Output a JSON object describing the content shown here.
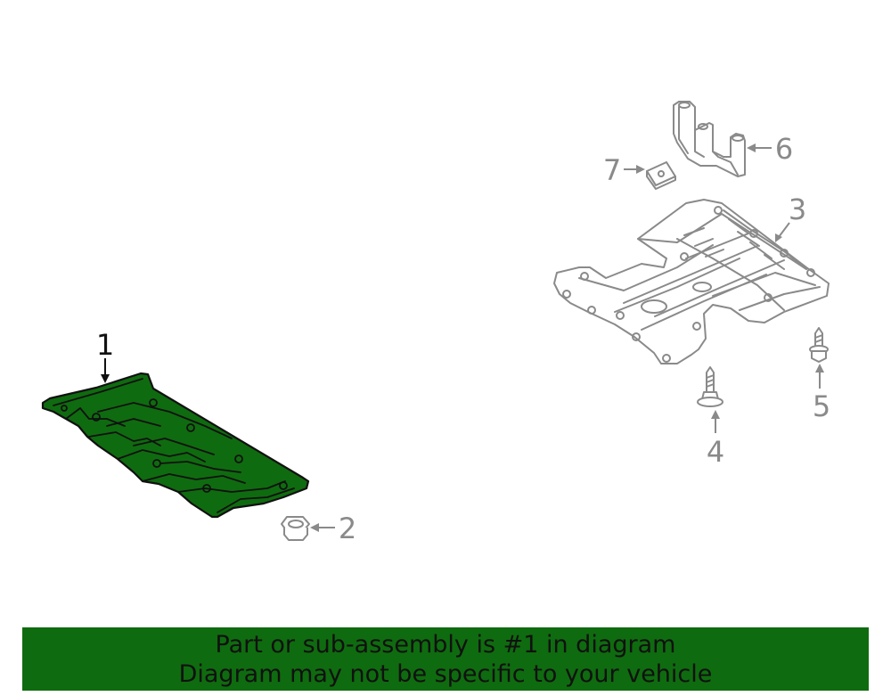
{
  "diagram": {
    "callouts": [
      {
        "id": "1",
        "label": "1",
        "highlighted": true
      },
      {
        "id": "2",
        "label": "2",
        "highlighted": false
      },
      {
        "id": "3",
        "label": "3",
        "highlighted": false
      },
      {
        "id": "4",
        "label": "4",
        "highlighted": false
      },
      {
        "id": "5",
        "label": "5",
        "highlighted": false
      },
      {
        "id": "6",
        "label": "6",
        "highlighted": false
      },
      {
        "id": "7",
        "label": "7",
        "highlighted": false
      }
    ]
  },
  "banner": {
    "line1": "Part or sub-assembly is #1 in diagram",
    "line2": "Diagram may not be specific to your vehicle"
  },
  "colors": {
    "highlight_part": "#0f6b0f",
    "banner_bg": "#0f6b0f",
    "callout_highlighted": "#111111",
    "callout_normal": "#8a8a8a",
    "part_outline": "#8a8a8a"
  }
}
